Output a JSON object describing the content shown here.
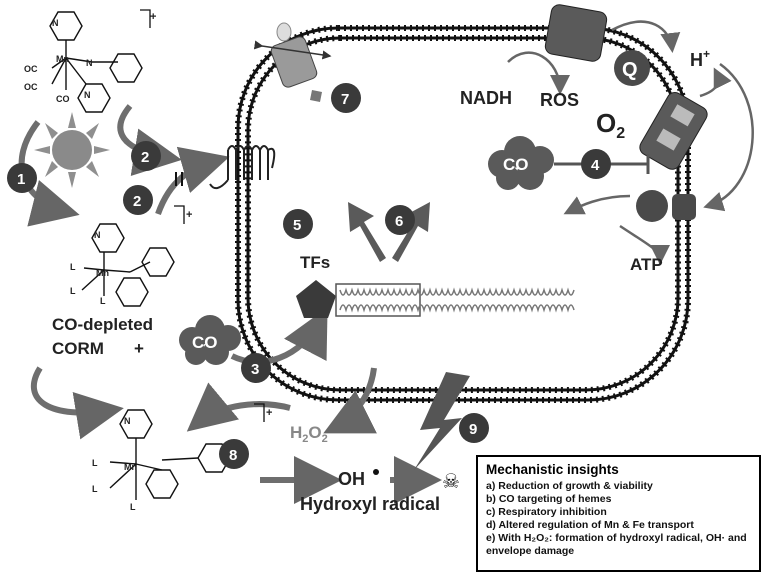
{
  "badges": {
    "b1": "1",
    "b2a": "2",
    "b2b": "2",
    "b3": "3",
    "b4": "4",
    "b5": "5",
    "b6": "6",
    "b7": "7",
    "b8": "8",
    "b9": "9"
  },
  "labels": {
    "nadh": "NADH",
    "ros": "ROS",
    "q": "Q",
    "h_plus": "H",
    "h_plus_sup": "+",
    "o2": "O",
    "o2_sub": "2",
    "co_membrane": "CO",
    "co_left": "CO",
    "atp": "ATP",
    "tfs": "TFs",
    "h2o2": "H",
    "h2o2_sub1": "2",
    "h2o2_o": "O",
    "h2o2_sub2": "2",
    "oh": "OH",
    "hydroxyl": "Hydroxyl radical",
    "co_depleted": "CO-depleted",
    "corm": "CORM",
    "plus": "+",
    "charge": "+",
    "co_ligand1": "OC",
    "co_ligand2": "OC",
    "co_ligand3": "CO",
    "mn": "Mn",
    "n1": "N",
    "n2": "N",
    "n3": "N",
    "l": "L"
  },
  "insights": {
    "title": "Mechanistic insights",
    "items": [
      "a)  Reduction of growth & viability",
      "b)  CO targeting of hemes",
      "c)  Respiratory inhibition",
      "d)  Altered regulation of Mn & Fe transport",
      "e)  With H₂O₂: formation of hydroxyl radical, OH· and envelope damage"
    ]
  },
  "colors": {
    "badge": "#3a3a3a",
    "arrow": "#6e6e6e",
    "membrane": "#111111",
    "sun": "#8a8a8a",
    "cloud": "#5a5a5a"
  }
}
